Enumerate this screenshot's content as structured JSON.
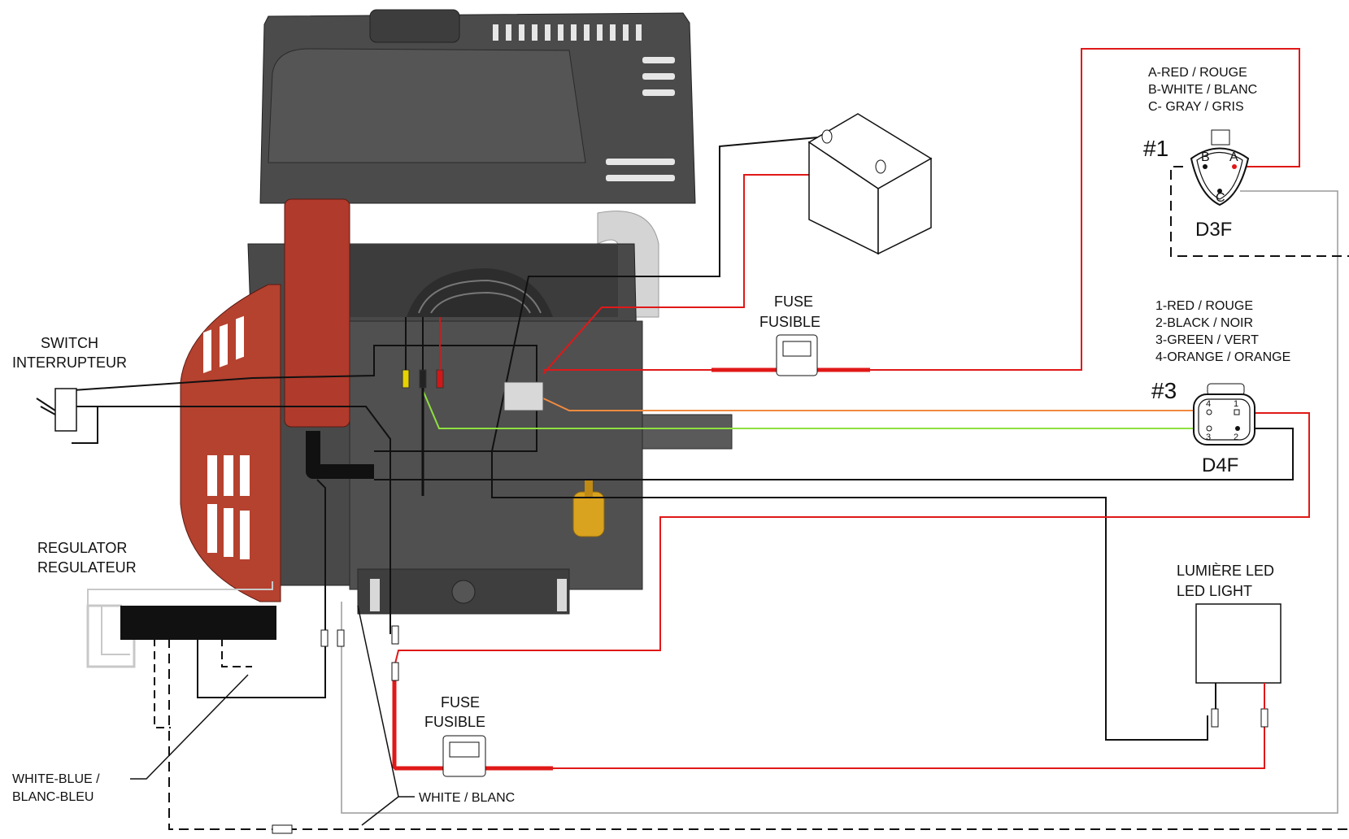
{
  "labels": {
    "switch_en": "SWITCH",
    "switch_fr": "INTERRUPTEUR",
    "regulator_en": "REGULATOR",
    "regulator_fr": "REGULATEUR",
    "white_blue_1": "WHITE-BLUE /",
    "white_blue_2": "BLANC-BLEU",
    "white_blanc": "WHITE / BLANC",
    "fuse_top_en": "FUSE",
    "fuse_top_fr": "FUSIBLE",
    "fuse_bottom_en": "FUSE",
    "fuse_bottom_fr": "FUSIBLE",
    "led_fr": "LUMIÈRE LED",
    "led_en": "LED LIGHT"
  },
  "connectors": {
    "d3f": {
      "number": "#1",
      "code": "D3F",
      "legend": [
        "A-RED / ROUGE",
        "B-WHITE / BLANC",
        "C- GRAY / GRIS"
      ],
      "pins": [
        "A",
        "B",
        "C"
      ]
    },
    "d4f": {
      "number": "#3",
      "code": "D4F",
      "legend": [
        "1-RED / ROUGE",
        "2-BLACK / NOIR",
        "3-GREEN / VERT",
        "4-ORANGE / ORANGE"
      ],
      "pins": [
        "1",
        "2",
        "3",
        "4"
      ]
    }
  },
  "wire_colors": {
    "red": "#e01818",
    "black": "#111111",
    "green": "#8ee040",
    "orange": "#f08a40",
    "gray": "#9a9a9a",
    "white_wire": "#c8c8c8"
  },
  "engine_colors": {
    "body": "#4e4e4e",
    "body_dark": "#3a3a3a",
    "fan_cover": "#b5412f",
    "belt_guard": "#b03a2c",
    "oil_cap": "#d9a21f",
    "exhaust": "#d0d0d0"
  }
}
